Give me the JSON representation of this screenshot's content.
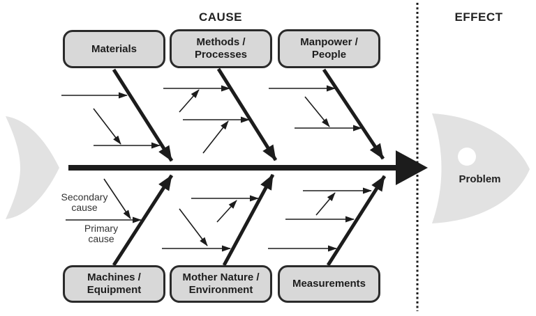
{
  "titles": {
    "cause": "CAUSE",
    "effect": "EFFECT"
  },
  "categories": {
    "materials": {
      "label": "Materials"
    },
    "methods": {
      "label": "Methods /\nProcesses"
    },
    "manpower": {
      "label": "Manpower /\nPeople"
    },
    "machines": {
      "label": "Machines /\nEquipment"
    },
    "mother_nature": {
      "label": "Mother Nature /\nEnvironment"
    },
    "measurements": {
      "label": "Measurements"
    }
  },
  "annotations": {
    "secondary_cause": "Secondary\ncause",
    "primary_cause": "Primary\ncause"
  },
  "effect_side": {
    "problem": "Problem"
  },
  "colors": {
    "background": "#ffffff",
    "box_fill": "#d8d8d8",
    "box_border": "#2a2a2a",
    "fish_body": "#e2e2e2",
    "line": "#1c1c1c",
    "text": "#222222"
  }
}
